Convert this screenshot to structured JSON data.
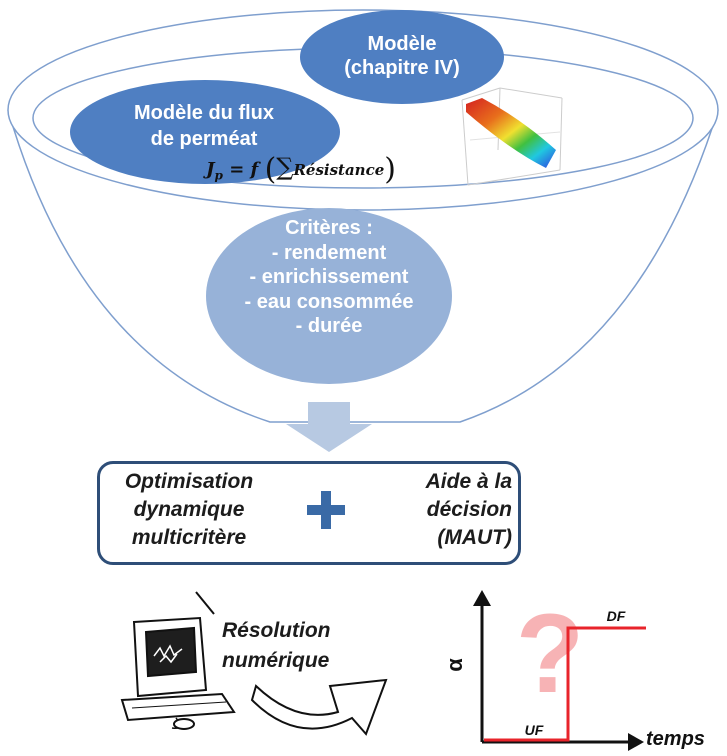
{
  "model_ellipse": {
    "line1": "Modèle",
    "line2": "(chapitre IV)"
  },
  "flux_ellipse": {
    "line1": "Modèle du flux",
    "line2": "de perméat"
  },
  "formula": {
    "lhs": "J",
    "sub": "p",
    "eq": "= f",
    "sum": "∑",
    "arg": "Résistance"
  },
  "criteria": {
    "title": "Critères :",
    "items": [
      "- rendement",
      "- enrichissement",
      "- eau consommée",
      "- durée"
    ]
  },
  "method_box": {
    "left": [
      "Optimisation",
      "dynamique",
      "multicritère"
    ],
    "plus": "+",
    "right": [
      "Aide à la",
      "décision",
      "(MAUT)"
    ]
  },
  "resolution": {
    "line1": "Résolution",
    "line2": "numérique"
  },
  "graph": {
    "y_axis": "α",
    "x_axis": "temps",
    "low_label": "UF",
    "high_label": "DF",
    "question_mark": "?"
  },
  "colors": {
    "dark_blue": "#4f7fc2",
    "light_blue": "#97b2d8",
    "arrow_blue": "#b7c9e2",
    "red": "#e8242b"
  }
}
